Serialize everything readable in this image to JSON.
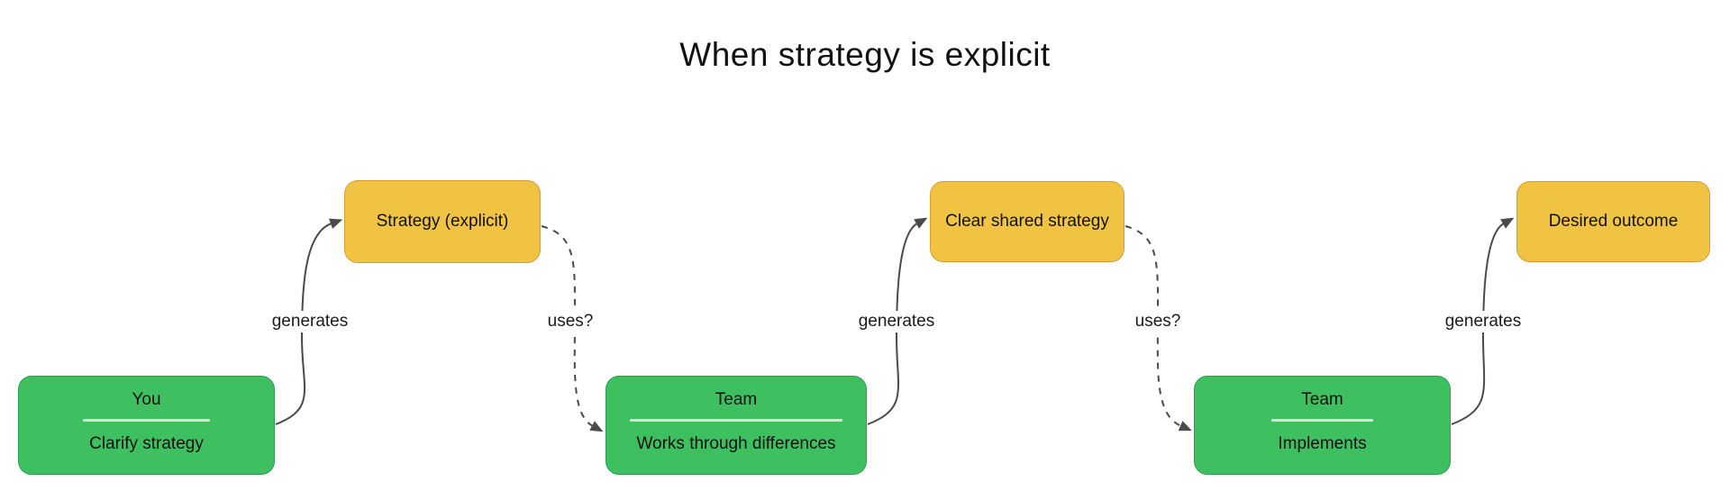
{
  "diagram": {
    "title": "When strategy is explicit",
    "colors": {
      "actor_fill": "#3ec060",
      "actor_border": "#2f9e4f",
      "artifact_fill": "#f0c342",
      "artifact_border": "#d69d37",
      "edge": "#4a4a4a",
      "label_background": "#ffffff",
      "text": "#111111"
    },
    "nodes": [
      {
        "id": "you",
        "type": "actor",
        "title": "You",
        "description": "Clarify strategy"
      },
      {
        "id": "strategy-explicit",
        "type": "artifact",
        "label": "Strategy (explicit)"
      },
      {
        "id": "team-1",
        "type": "actor",
        "title": "Team",
        "description": "Works through differences"
      },
      {
        "id": "clear-shared-strategy",
        "type": "artifact",
        "label": "Clear shared strategy"
      },
      {
        "id": "team-2",
        "type": "actor",
        "title": "Team",
        "description": "Implements"
      },
      {
        "id": "desired-outcome",
        "type": "artifact",
        "label": "Desired outcome"
      }
    ],
    "edges": [
      {
        "from": "you",
        "to": "strategy-explicit",
        "label": "generates",
        "style": "solid"
      },
      {
        "from": "strategy-explicit",
        "to": "team-1",
        "label": "uses?",
        "style": "dashed"
      },
      {
        "from": "team-1",
        "to": "clear-shared-strategy",
        "label": "generates",
        "style": "solid"
      },
      {
        "from": "clear-shared-strategy",
        "to": "team-2",
        "label": "uses?",
        "style": "dashed"
      },
      {
        "from": "team-2",
        "to": "desired-outcome",
        "label": "generates",
        "style": "solid"
      }
    ]
  }
}
